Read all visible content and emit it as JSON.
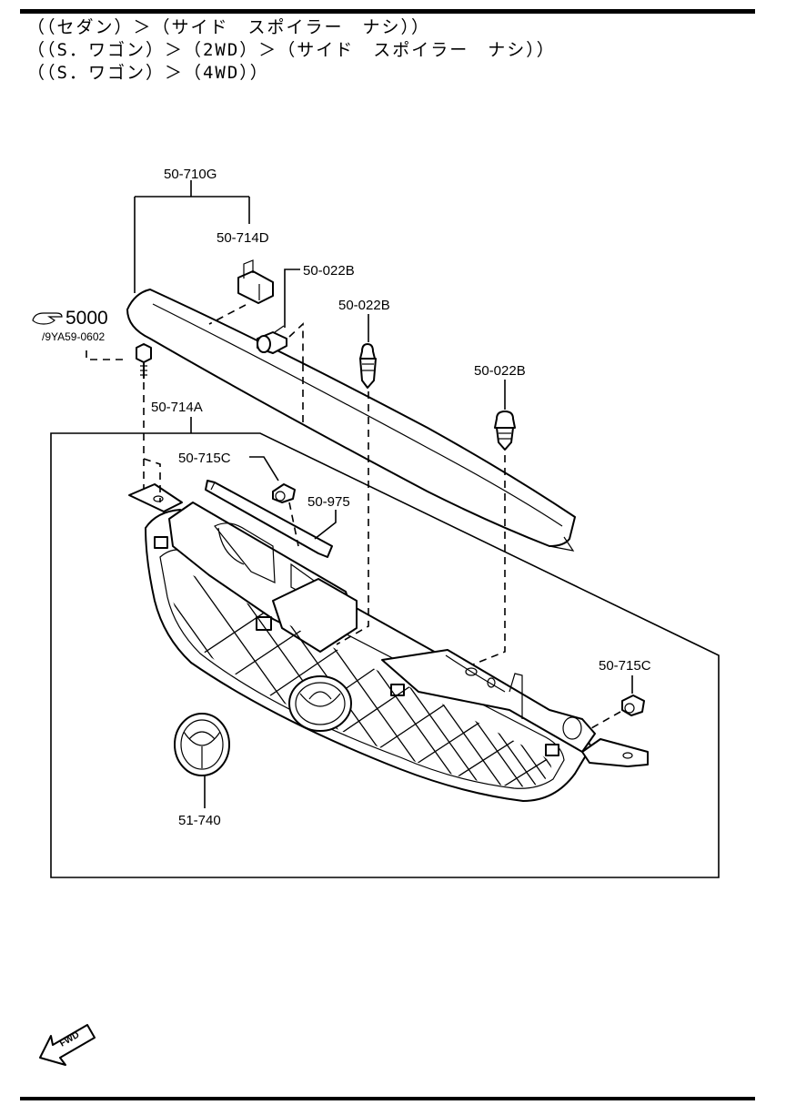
{
  "header": {
    "lines": [
      "（（セダン）＞（サイド　スポイラー　ナシ））",
      "（（S．ワゴン）＞（2WD）＞（サイド　スポイラー　ナシ））",
      "（（S．ワゴン）＞（4WD））"
    ]
  },
  "parts": {
    "p_50_710G": "50-710G",
    "p_50_714D": "50-714D",
    "p_50_022B_a": "50-022B",
    "p_50_022B_b": "50-022B",
    "p_50_022B_c": "50-022B",
    "p_5000": "5000",
    "p_9YA59": "/9YA59-0602",
    "p_50_714A": "50-714A",
    "p_50_715C_a": "50-715C",
    "p_50_975": "50-975",
    "p_50_715C_b": "50-715C",
    "p_51_740": "51-740"
  },
  "fwd_label": "FWD"
}
